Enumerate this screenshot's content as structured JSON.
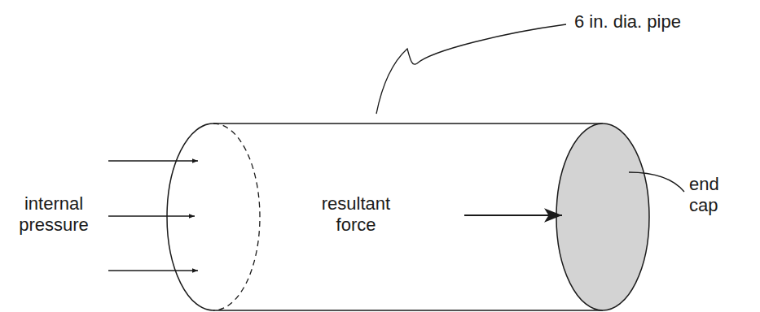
{
  "diagram": {
    "labels": [
      "6 in. dia. pipe",
      "internal pressure",
      "resultant force",
      "end cap"
    ]
  }
}
